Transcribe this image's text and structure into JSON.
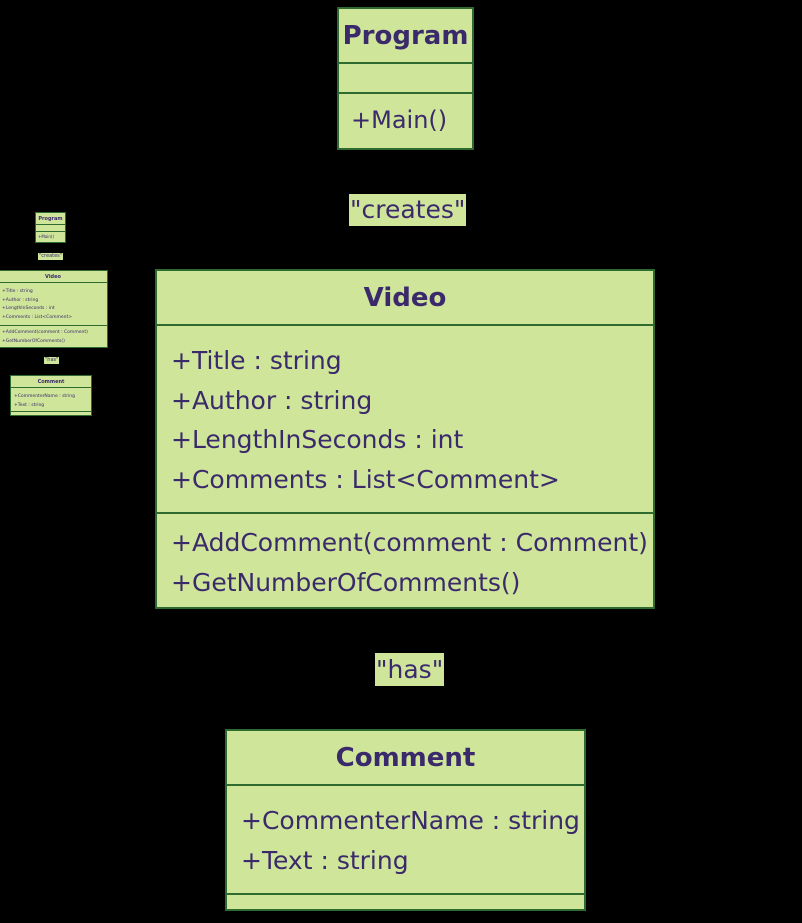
{
  "diagram": {
    "program": {
      "name": "Program",
      "attributes": [],
      "operations": [
        "+Main()"
      ]
    },
    "relation_creates": "\"creates\"",
    "video": {
      "name": "Video",
      "attributes": [
        "+Title : string",
        "+Author : string",
        "+LengthInSeconds : int",
        "+Comments : List<Comment>"
      ],
      "operations": [
        "+AddComment(comment : Comment)",
        "+GetNumberOfComments()"
      ]
    },
    "relation_has": "\"has\"",
    "comment": {
      "name": "Comment",
      "attributes": [
        "+CommenterName : string",
        "+Text : string"
      ],
      "operations": []
    }
  },
  "colors": {
    "background": "#000000",
    "class_fill": "#cfe59a",
    "class_border": "#2f6b2f",
    "text": "#3b2a6b"
  }
}
